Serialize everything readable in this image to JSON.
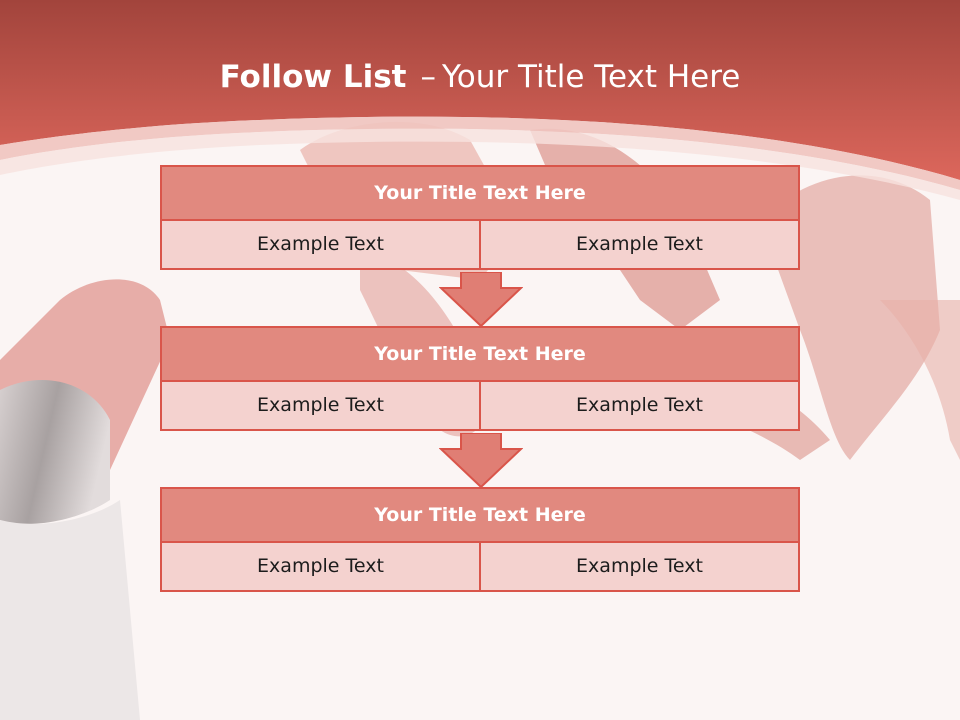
{
  "slide": {
    "title_bold": "Follow List",
    "title_dash": "–",
    "title_rest": "Your Title Text Here"
  },
  "colors": {
    "banner": "#d9665b",
    "header_fill": "#e1897f",
    "border": "#d9554a",
    "cell_fill": "#f4d2cf",
    "arrow_fill": "#e07e74"
  },
  "blocks": [
    {
      "header": "Your Title Text Here",
      "left": "Example Text",
      "right": "Example Text"
    },
    {
      "header": "Your Title Text Here",
      "left": "Example Text",
      "right": "Example Text"
    },
    {
      "header": "Your Title Text Here",
      "left": "Example Text",
      "right": "Example Text"
    }
  ]
}
